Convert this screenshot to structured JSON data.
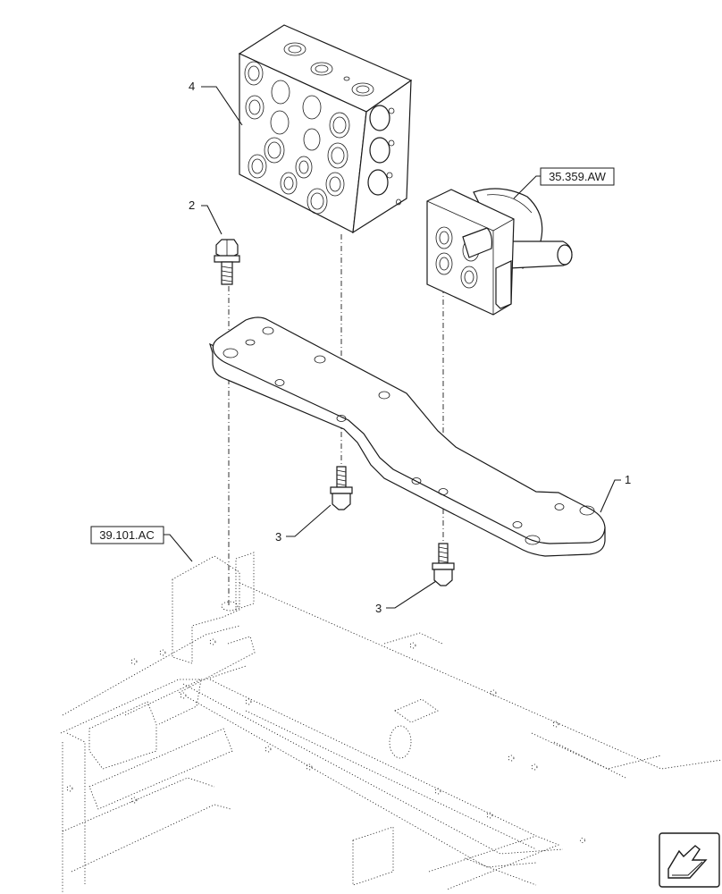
{
  "callouts": {
    "item_1": "1",
    "item_2": "2",
    "item_3a": "3",
    "item_3b": "3",
    "item_4": "4"
  },
  "references": {
    "ref_valve": "35.359.AW",
    "ref_frame": "39.101.AC"
  },
  "nav": {
    "icon": "arrow-icon"
  }
}
